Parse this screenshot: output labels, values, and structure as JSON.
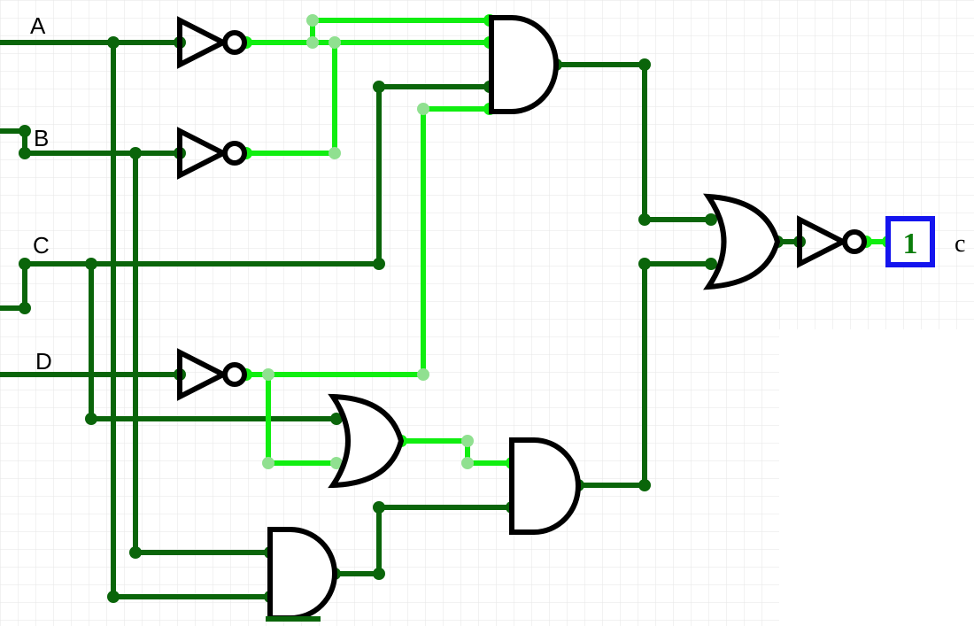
{
  "inputs": [
    {
      "label": "A"
    },
    {
      "label": "B"
    },
    {
      "label": "C"
    },
    {
      "label": "D"
    }
  ],
  "output": {
    "label": "c",
    "value": "1"
  },
  "colors": {
    "wire_low": "#0a650a",
    "wire_high": "#10ee10",
    "joint_high": "#90e090",
    "gate": "#000000",
    "output_border": "#1414ee",
    "output_value": "#0a7d0a",
    "grid": "#e6e6e6"
  },
  "gates": [
    {
      "type": "not",
      "name": "not-a"
    },
    {
      "type": "not",
      "name": "not-b"
    },
    {
      "type": "not",
      "name": "not-d"
    },
    {
      "type": "and",
      "name": "and-top",
      "inputs": 4
    },
    {
      "type": "or",
      "name": "or-middle",
      "inputs": 2
    },
    {
      "type": "and",
      "name": "and-bottom",
      "inputs": 2
    },
    {
      "type": "and",
      "name": "and-lower",
      "inputs": 2
    },
    {
      "type": "or",
      "name": "or-final",
      "inputs": 2
    },
    {
      "type": "not",
      "name": "not-final"
    }
  ]
}
